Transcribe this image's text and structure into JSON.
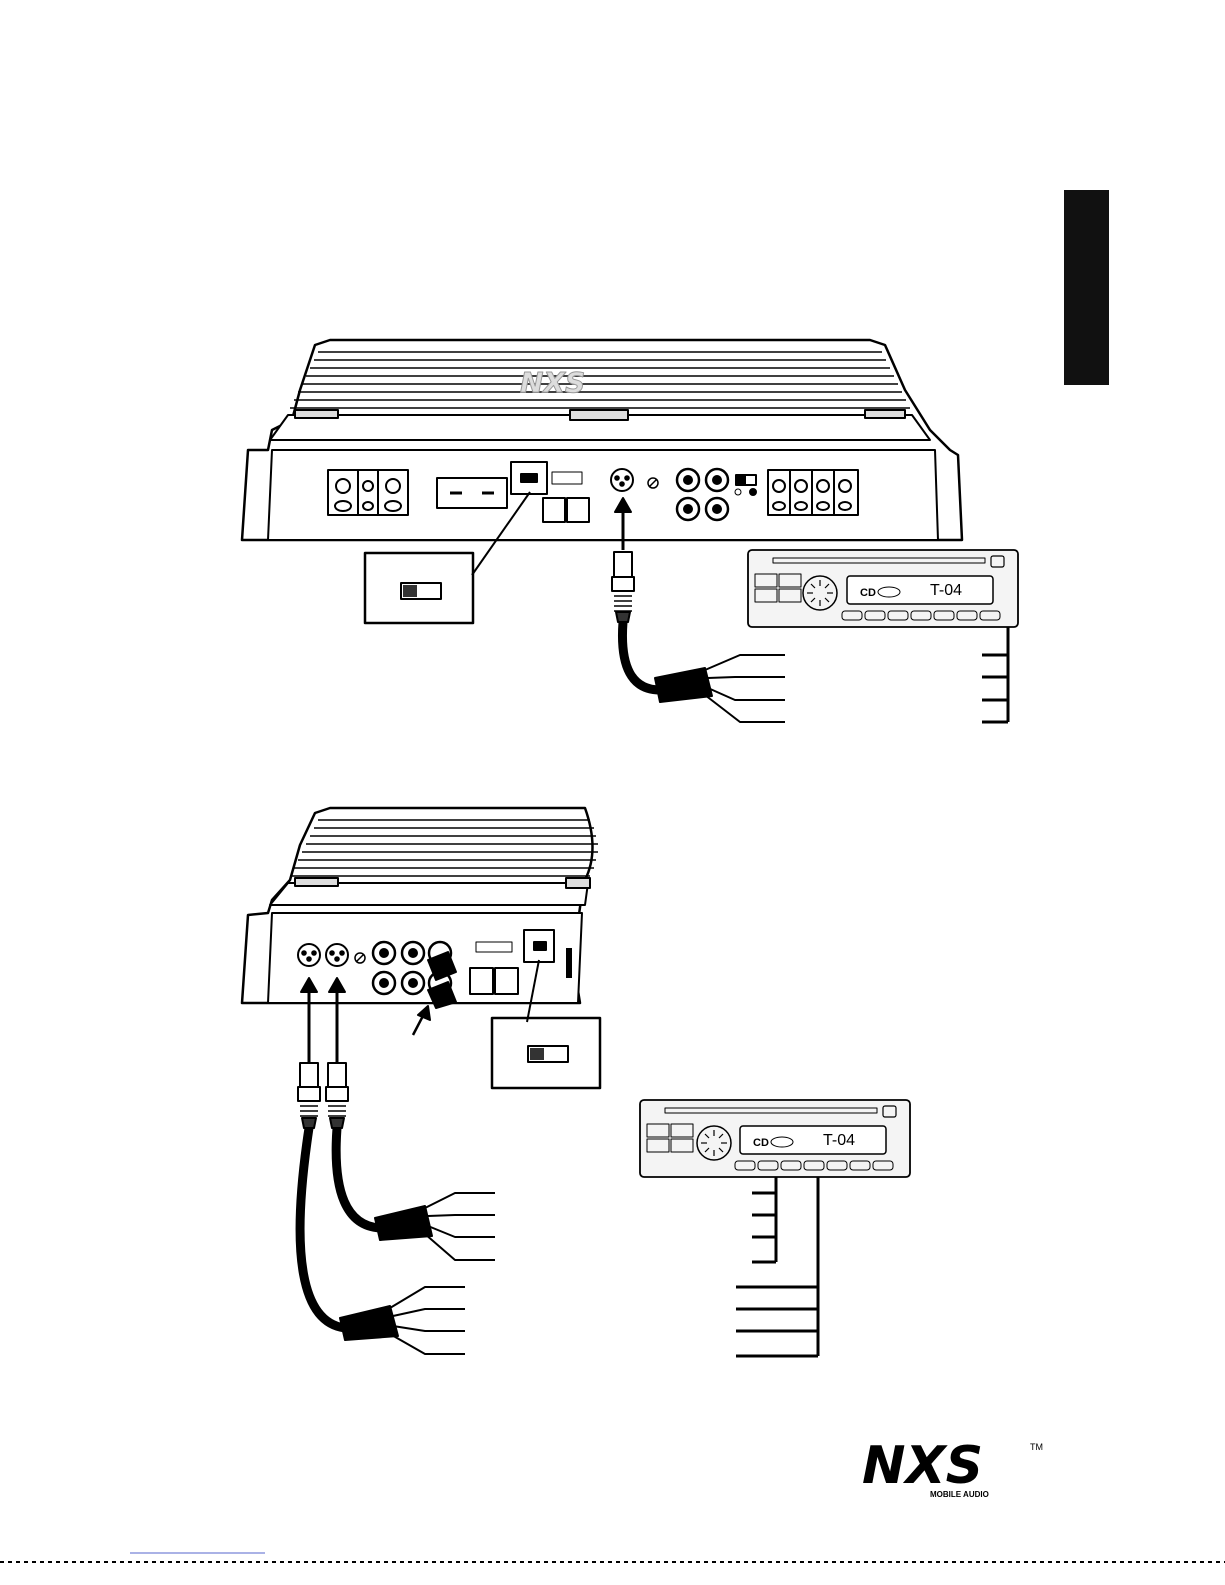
{
  "side_tab": {
    "color": "#111111"
  },
  "diagram_top": {
    "headunit": {
      "source_label": "CD",
      "display_text": "T-04"
    }
  },
  "diagram_bottom": {
    "headunit": {
      "source_label": "CD",
      "display_text": "T-04"
    }
  },
  "logo": {
    "brand": "NXS",
    "trademark": "TM",
    "subtitle": "MOBILE AUDIO"
  }
}
